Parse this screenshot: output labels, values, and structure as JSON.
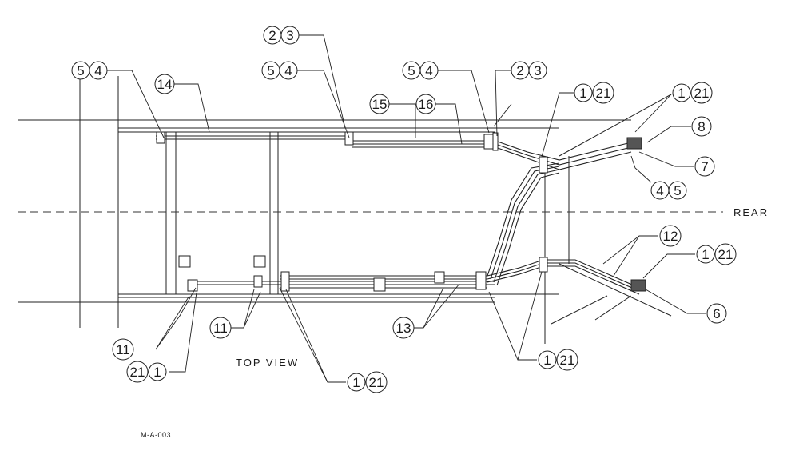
{
  "diagram": {
    "view_label": "TOP VIEW",
    "rear_label": "REAR",
    "drawing_code": "M-A-003",
    "callouts": [
      {
        "id": "c-54-left",
        "items": [
          "5",
          "4"
        ]
      },
      {
        "id": "c-14",
        "items": [
          "14"
        ]
      },
      {
        "id": "c-23-a",
        "items": [
          "2",
          "3"
        ]
      },
      {
        "id": "c-54-mid",
        "items": [
          "5",
          "4"
        ]
      },
      {
        "id": "c-15",
        "items": [
          "15"
        ]
      },
      {
        "id": "c-16",
        "items": [
          "16"
        ]
      },
      {
        "id": "c-54-right",
        "items": [
          "5",
          "4"
        ]
      },
      {
        "id": "c-23-b",
        "items": [
          "2",
          "3"
        ]
      },
      {
        "id": "c-121-top",
        "items": [
          "1",
          "21"
        ]
      },
      {
        "id": "c-121-topright",
        "items": [
          "1",
          "21"
        ]
      },
      {
        "id": "c-8",
        "items": [
          "8"
        ]
      },
      {
        "id": "c-7",
        "items": [
          "7"
        ]
      },
      {
        "id": "c-45",
        "items": [
          "4",
          "5"
        ]
      },
      {
        "id": "c-12",
        "items": [
          "12"
        ]
      },
      {
        "id": "c-121-right",
        "items": [
          "1",
          "21"
        ]
      },
      {
        "id": "c-6",
        "items": [
          "6"
        ]
      },
      {
        "id": "c-121-bottomright",
        "items": [
          "1",
          "21"
        ]
      },
      {
        "id": "c-13",
        "items": [
          "13"
        ]
      },
      {
        "id": "c-121-bottom",
        "items": [
          "1",
          "21"
        ]
      },
      {
        "id": "c-11-mid",
        "items": [
          "11"
        ]
      },
      {
        "id": "c-11-left",
        "items": [
          "11"
        ]
      },
      {
        "id": "c-211",
        "items": [
          "21",
          "1"
        ]
      }
    ]
  }
}
